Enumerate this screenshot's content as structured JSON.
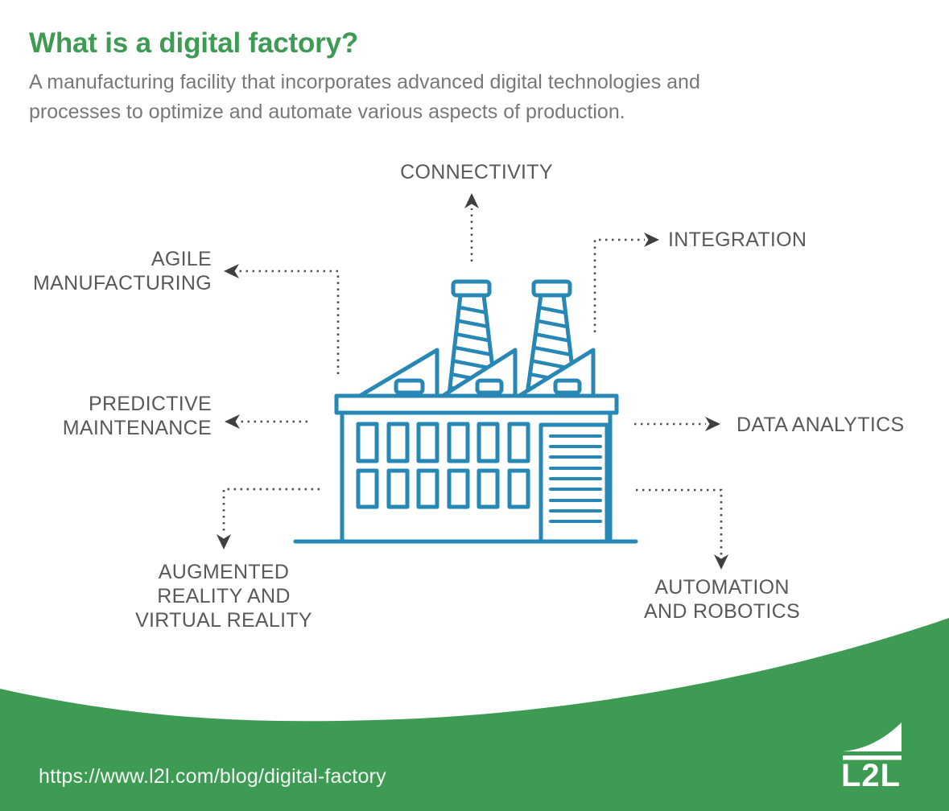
{
  "header": {
    "title": "What is a digital factory?",
    "subtitle": "A manufacturing facility that incorporates advanced digital technologies and\nprocesses to optimize and automate various aspects of production."
  },
  "diagram": {
    "center_icon": "factory-icon",
    "labels": {
      "connectivity": "CONNECTIVITY",
      "integration": "INTEGRATION",
      "agile_manufacturing": "AGILE\nMANUFACTURING",
      "predictive_maintenance": "PREDICTIVE\nMAINTENANCE",
      "data_analytics": "DATA ANALYTICS",
      "augmented_virtual_reality": "AUGMENTED\nREALITY AND\nVIRTUAL REALITY",
      "automation_robotics": "AUTOMATION\nAND ROBOTICS"
    }
  },
  "footer": {
    "url": "https://www.l2l.com/blog/digital-factory",
    "logo_text": "L2L"
  },
  "colors": {
    "brand_green": "#3E9B54",
    "factory_blue": "#2787B5",
    "label_gray": "#58595B",
    "subtitle_gray": "#77787B",
    "arrow_gray": "#4D4E50",
    "arrow_dark": "#3F4041"
  }
}
